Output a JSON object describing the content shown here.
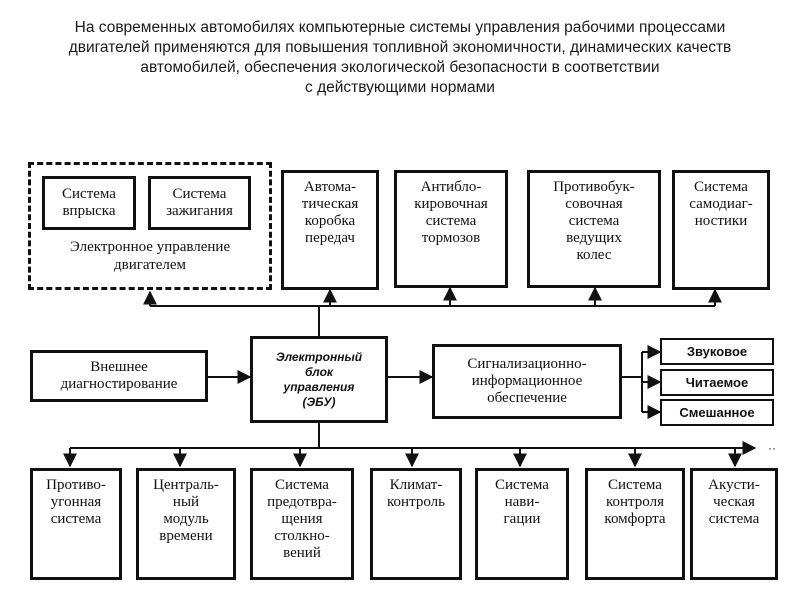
{
  "intro_lines": [
    "На современных автомобилях компьютерные системы управления рабочими процессами",
    "двигателей применяются для повышения топливной экономичности, динамических качеств",
    "автомобилей, обеспечения экологической безопасности в соответствии",
    "с действующими нормами"
  ],
  "engine_group": {
    "label": "Электронное управление\nдвигателем",
    "injection": "Система\nвпрыска",
    "ignition": "Система\nзажигания"
  },
  "top_row": [
    "Автома-\nтическая\nкоробка\nпередач",
    "Антибло-\nкировочная\nсистема\nтормозов",
    "Противобук-\nсовочная\nсистема\nведущих\nколес",
    "Система\nсамодиаг-\nностики"
  ],
  "external_diag": "Внешнее\nдиагностирование",
  "ecu": {
    "name": "Электронный\nблок\nуправления",
    "abbr": "(ЭБУ)"
  },
  "signal": "Сигнализационно-\nинформационное\nобеспечение",
  "signal_types": [
    "Звуковое",
    "Читаемое",
    "Смешанное"
  ],
  "bottom_row": [
    "Противо-\nугонная\nсистема",
    "Централь-\nный\nмодуль\nвремени",
    "Система\nпредотвра-\nщения\nстолкно-\nвений",
    "Климат-\nконтроль",
    "Система\nнави-\nгации",
    "Система\nконтроля\nкомфорта",
    "Акусти-\nческая\nсистема"
  ],
  "continuation_mark": "··"
}
